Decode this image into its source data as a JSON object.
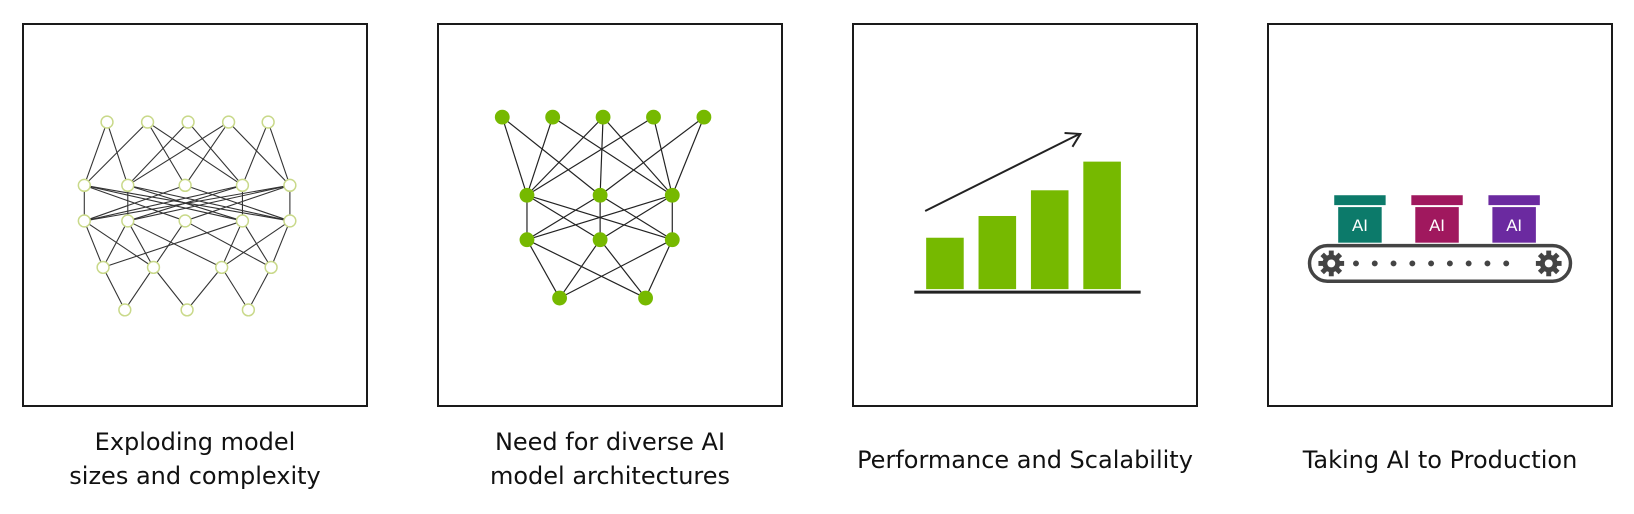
{
  "colors": {
    "green": "#76b900",
    "teal": "#0c7a6a",
    "magenta": "#a0185e",
    "purple": "#6b2aa0",
    "dark": "#333333",
    "outline_node": "#e9f2c9"
  },
  "panels": [
    {
      "caption": "Exploding model\nsizes and complexity",
      "icon": "sparse-network-icon"
    },
    {
      "caption": "Need for diverse AI\nmodel architectures",
      "icon": "green-network-icon"
    },
    {
      "caption": "Performance and Scalability",
      "icon": "growth-bar-chart-icon"
    },
    {
      "caption": "Taking AI to Production",
      "icon": "conveyor-belt-icon"
    }
  ],
  "conveyor": {
    "box_labels": [
      "AI",
      "AI",
      "AI"
    ]
  }
}
